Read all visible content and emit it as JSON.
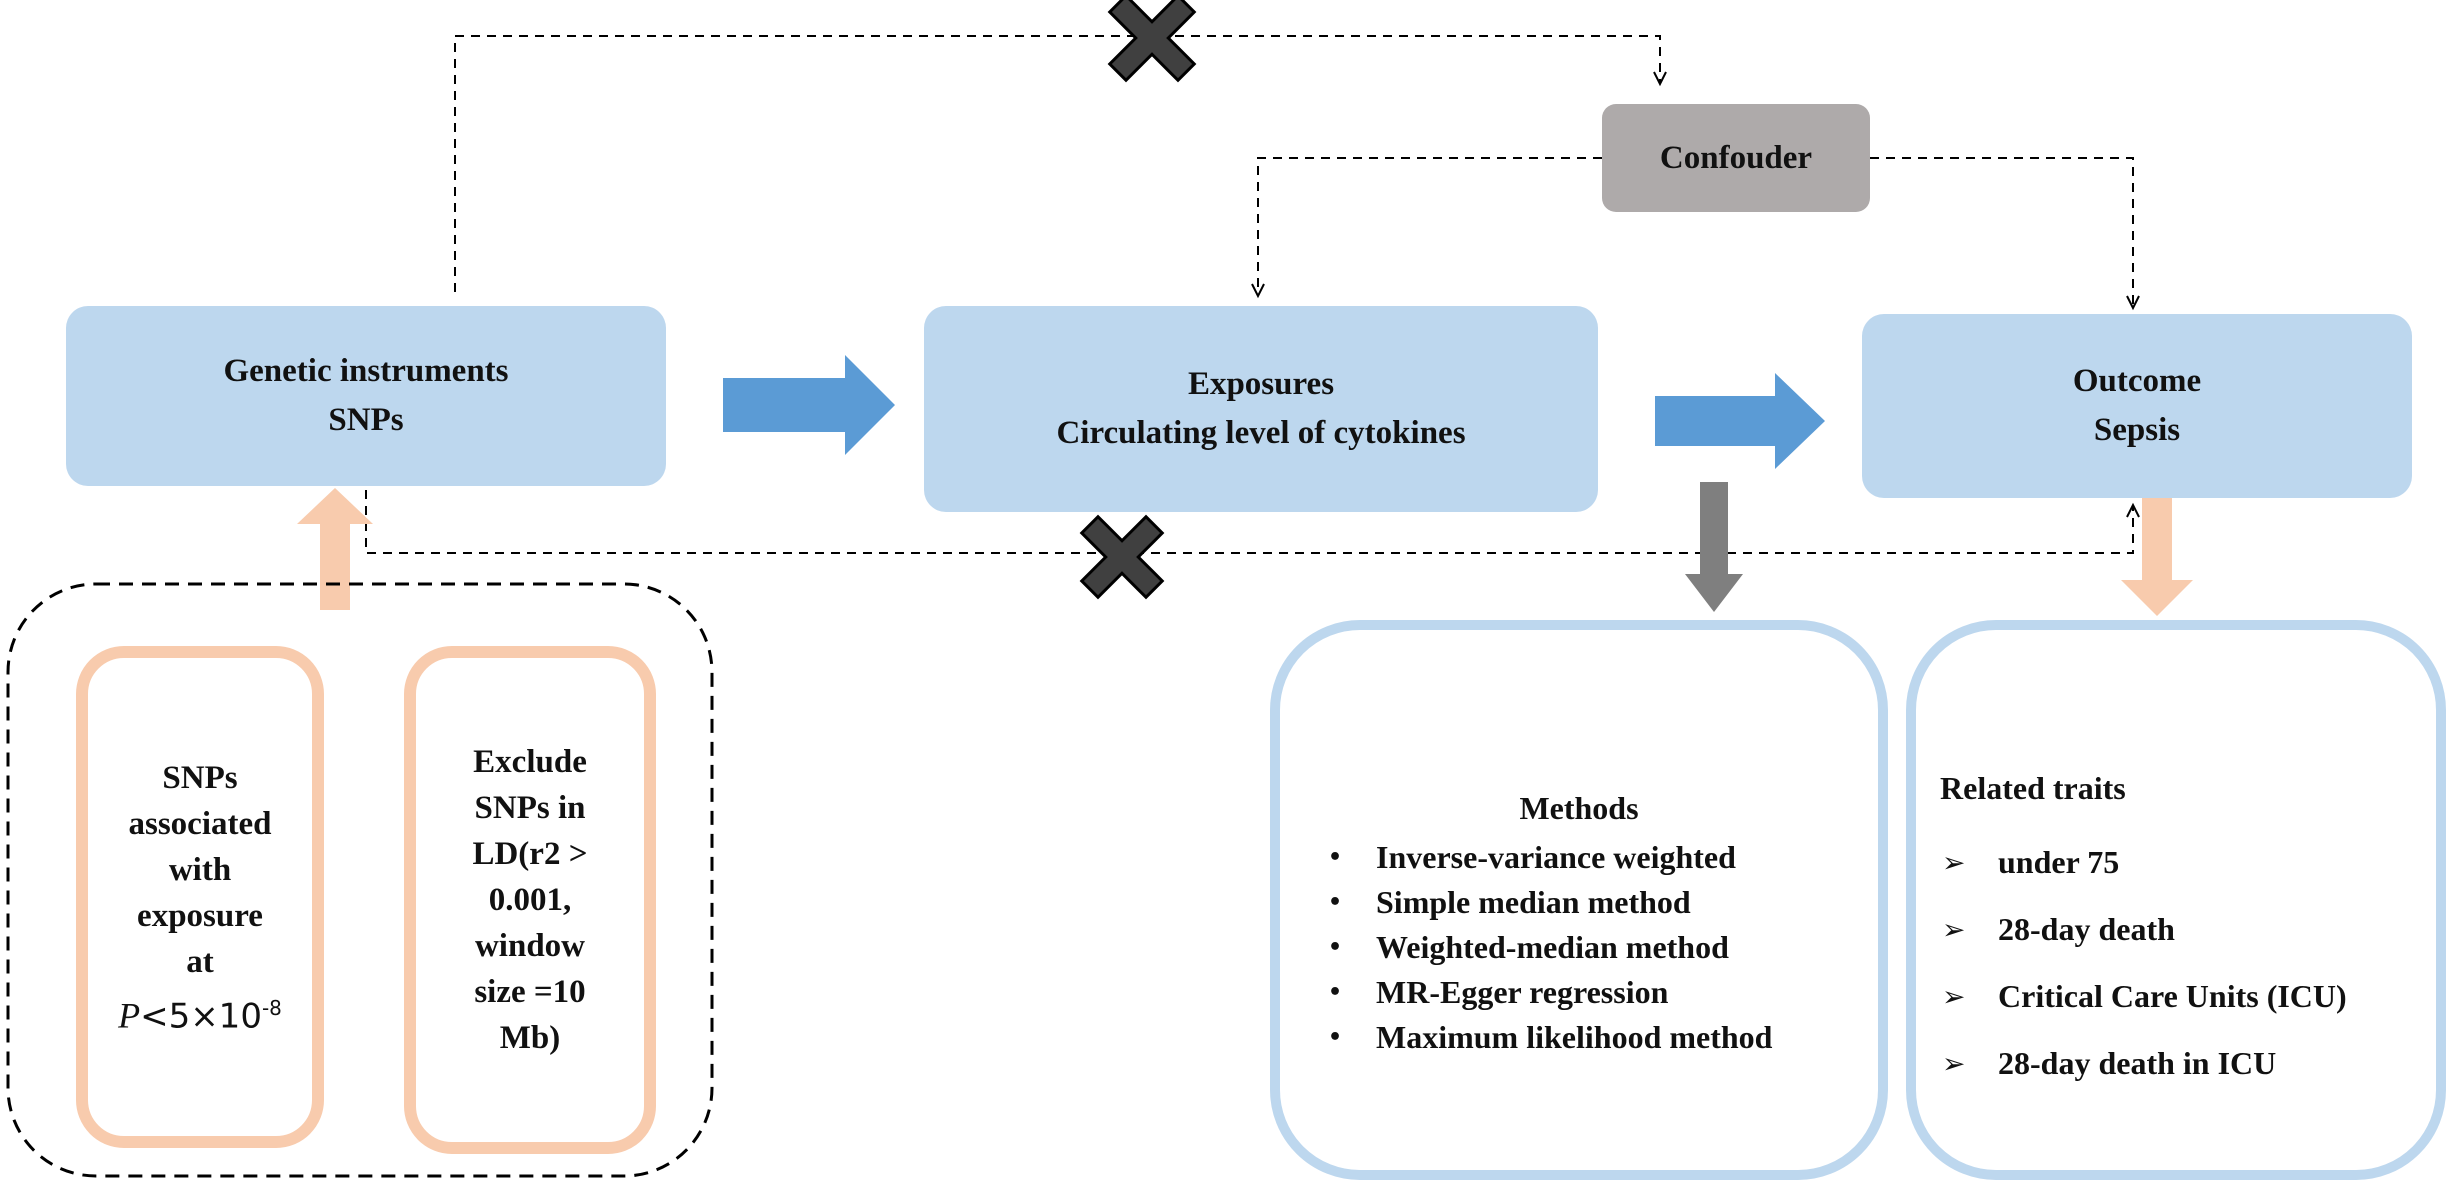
{
  "nodes": {
    "genetic": {
      "title": "Genetic instruments",
      "subtitle": "SNPs"
    },
    "exposures": {
      "title": "Exposures",
      "subtitle": "Circulating level of cytokines"
    },
    "outcome": {
      "title": "Outcome",
      "subtitle": "Sepsis"
    },
    "confounder": {
      "label": "Confouder"
    }
  },
  "criteria": {
    "association": {
      "lines": [
        "SNPs",
        "associated",
        "with",
        "exposure",
        "at"
      ],
      "p_symbol": "P",
      "p_threshold": "<5×10",
      "p_exponent": "-8"
    },
    "ld": {
      "lines": [
        "Exclude",
        "SNPs in",
        "LD(r2 >",
        "0.001,",
        "window",
        "size =10",
        "Mb)"
      ]
    }
  },
  "methods": {
    "title": "Methods",
    "items": [
      "Inverse-variance weighted",
      "Simple median method",
      "Weighted-median method",
      "MR-Egger regression",
      "Maximum likelihood method"
    ]
  },
  "traits": {
    "title": "Related traits",
    "items": [
      "under 75",
      "28-day death",
      "Critical Care Units (ICU)",
      "28-day death in ICU"
    ]
  },
  "colors": {
    "main_box": "#bdd7ee",
    "confounder": "#aeaaaa",
    "blue_arrow": "#5b9bd5",
    "peach": "#f8cbad",
    "gray_arrow": "#7f7f7f",
    "cross": "#404040"
  }
}
